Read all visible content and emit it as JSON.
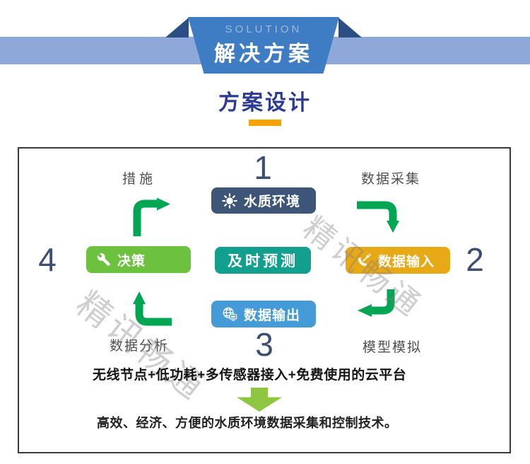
{
  "banner": {
    "eyebrow": "SOLUTION",
    "title": "解决方案"
  },
  "section_title": "方案设计",
  "diagram": {
    "watermark": "精讯畅通",
    "nodes": {
      "step1": {
        "number": "1",
        "label": "水质环境",
        "icon": "sun-icon"
      },
      "step2": {
        "number": "2",
        "label": "数据输入",
        "icon": "satellite-dish-icon"
      },
      "step3": {
        "number": "3",
        "label": "数据输出",
        "icon": "globe-monitor-icon"
      },
      "step4": {
        "number": "4",
        "label": "决策",
        "icon": "wrench-icon"
      },
      "center": {
        "label": "及时预测"
      }
    },
    "edge_labels": {
      "top_left": "措施",
      "top_right": "数据采集",
      "bottom_right": "模型模拟",
      "bottom_left": "数据分析"
    },
    "captions": {
      "formula": "无线节点+低功耗+多传感器接入+免费使用的云平台",
      "summary": "高效、经济、方便的水质环境数据采集和控制技术。"
    }
  },
  "colors": {
    "ribbon_bar": "#8ea9d9",
    "ribbon_trapezoid": "#3e7dc3",
    "ribbon_fold": "#2c4e84",
    "section_title_blue": "#2b3a92",
    "accent_orange": "#f6a301",
    "badge_step1": "#3d5577",
    "badge_step2": "#e8a916",
    "badge_step3": "#459bd7",
    "badge_step4": "#6cc23e",
    "badge_center": "#12a08e",
    "arrow_green": "#00a651",
    "down_arrow_green": "#8dc63f"
  }
}
